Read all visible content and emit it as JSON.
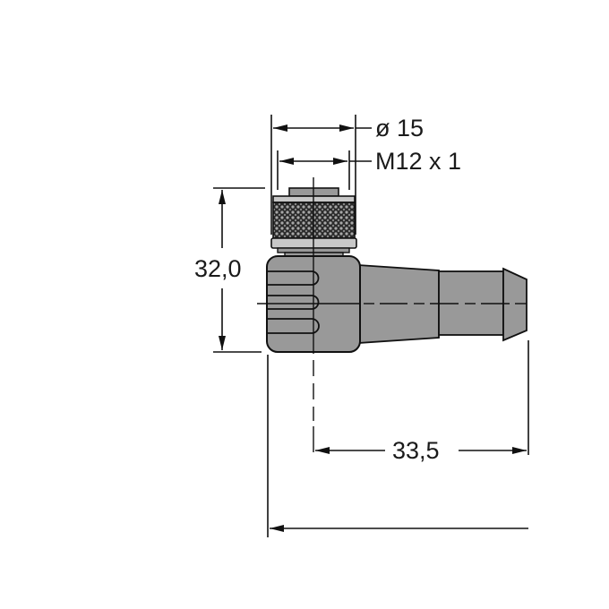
{
  "drawing": {
    "subject": "M12 angled female connector with cable",
    "colors": {
      "body": "#999999",
      "body_light": "#c8c8c8",
      "outline": "#111111",
      "knurl_dark": "#2a2a2a",
      "knurl_light": "#a0a0a0",
      "background": "#ffffff"
    }
  },
  "dimensions": {
    "diameter": "ø 15",
    "thread": "M12 x 1",
    "height": "32,0",
    "offset": "33,5"
  }
}
